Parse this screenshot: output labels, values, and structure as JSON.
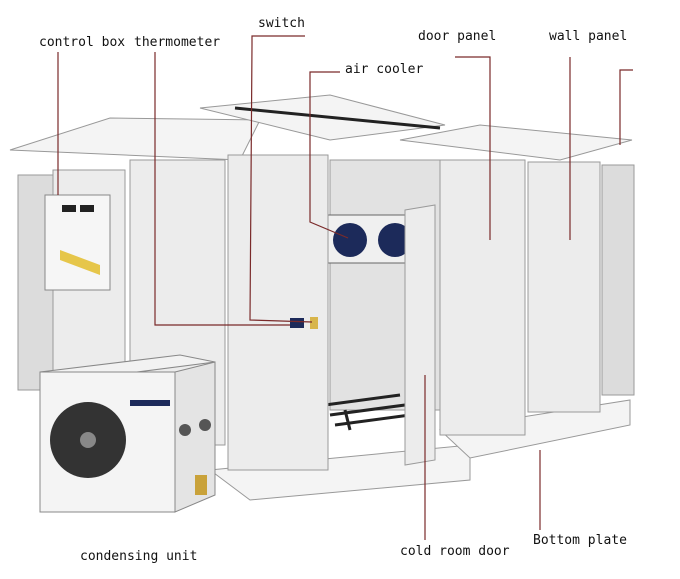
{
  "labels": {
    "switch": "switch",
    "control_box": "control box",
    "thermometer": "thermometer",
    "door_panel": "door panel",
    "wall_panel": "wall panel",
    "air_cooler": "air cooler",
    "condensing_unit": "condensing unit",
    "cold_room_door": "cold room door",
    "bottom_plate": "Bottom plate"
  },
  "colors": {
    "leader_line": "#7a2a2a",
    "panel": "#ececec",
    "cooler": "#1c2a5a"
  }
}
